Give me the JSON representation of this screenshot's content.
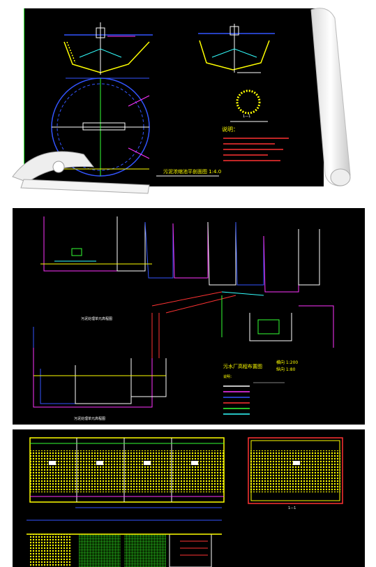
{
  "panel1": {
    "drawing_title": "污泥浓缩池平剖面图 1:4.0",
    "section_label": "1—1",
    "notes_heading": "说明："
  },
  "panel2": {
    "section_label_top": "污泥处理单元高程图",
    "section_label_bottom": "污泥处理单元高程图",
    "plan_title": "污水厂高程布置图",
    "scale_horizontal": "横向 1:200",
    "scale_vertical": "纵向 1:80",
    "notes_heading": "说明："
  },
  "panel3": {
    "section_label_right": "1—1"
  },
  "colors": {
    "background": "#000000",
    "yellow_lines": "#ffff00",
    "blue_lines": "#3355ff",
    "magenta_lines": "#ff33ff",
    "green_lines": "#33ff33",
    "cyan_lines": "#33ffff",
    "red_lines": "#ff3333",
    "white_lines": "#ffffff"
  }
}
